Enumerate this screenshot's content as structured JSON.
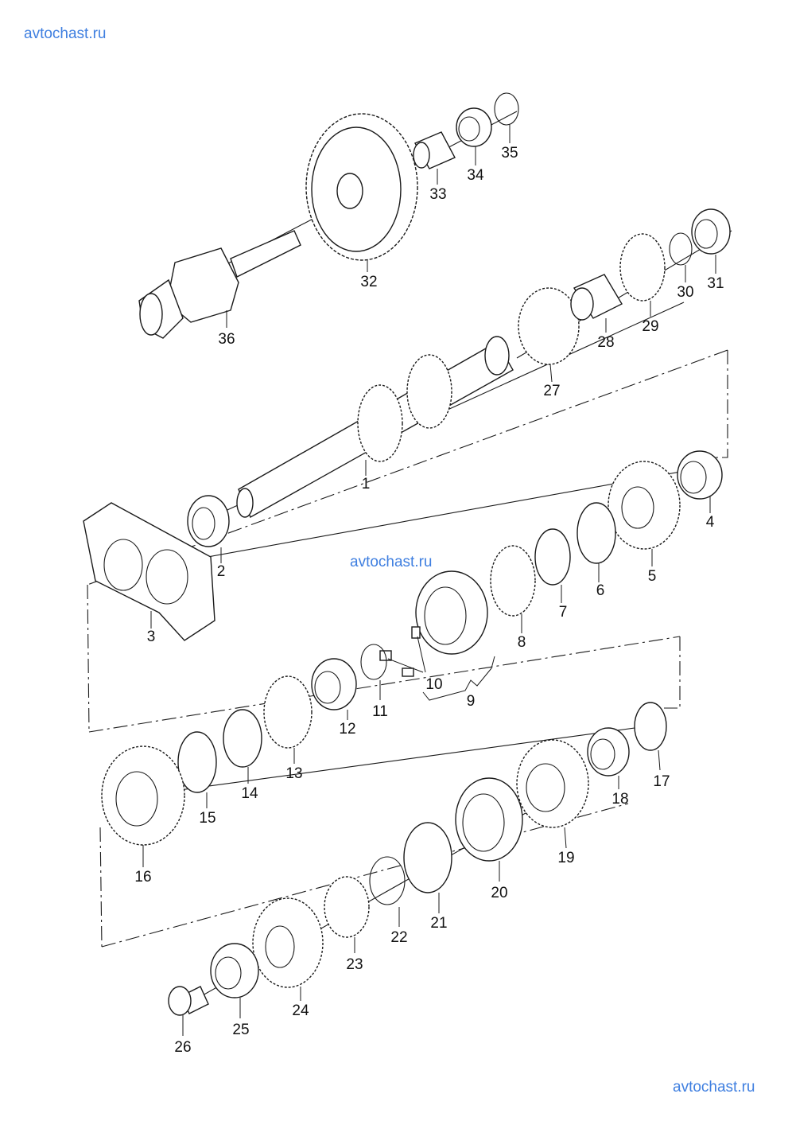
{
  "watermarks": {
    "top_left": "avtochast.ru",
    "center": "avtochast.ru",
    "bottom_right": "avtochast.ru"
  },
  "diagram": {
    "type": "exploded-parts-view",
    "callouts": [
      "1",
      "2",
      "3",
      "4",
      "5",
      "6",
      "7",
      "8",
      "9",
      "10",
      "11",
      "12",
      "13",
      "14",
      "15",
      "16",
      "17",
      "18",
      "19",
      "20",
      "21",
      "22",
      "23",
      "24",
      "25",
      "26",
      "27",
      "28",
      "29",
      "30",
      "31",
      "32",
      "33",
      "34",
      "35",
      "36"
    ]
  }
}
